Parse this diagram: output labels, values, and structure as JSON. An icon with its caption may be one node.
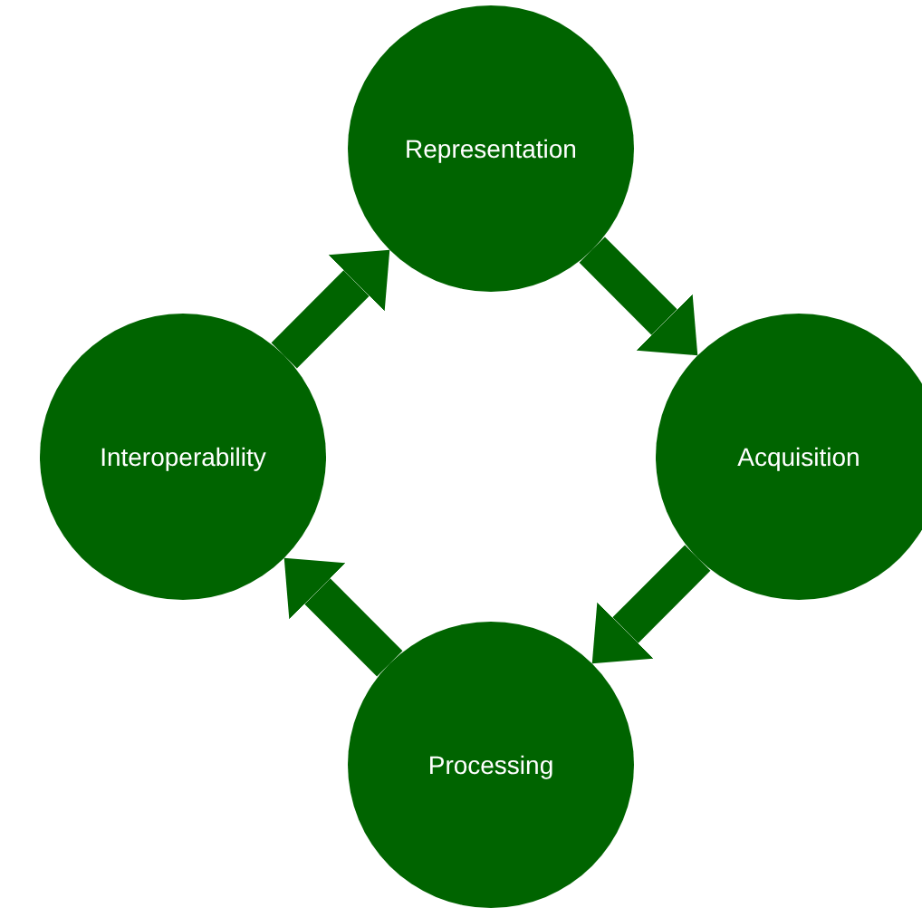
{
  "diagram": {
    "nodes": [
      {
        "text": [
          "Representation"
        ]
      },
      {
        "text": [
          "Acquisition"
        ]
      },
      {
        "text": [
          "Processing"
        ]
      },
      {
        "text": [
          "Interoperability"
        ]
      }
    ],
    "edges": [
      {
        "from": 0,
        "to": 1,
        "arrow": "to"
      },
      {
        "from": 1,
        "to": 2,
        "arrow": "to"
      },
      {
        "from": 2,
        "to": 3,
        "arrow": "to"
      },
      {
        "from": 3,
        "to": 0,
        "arrow": "to"
      }
    ]
  }
}
